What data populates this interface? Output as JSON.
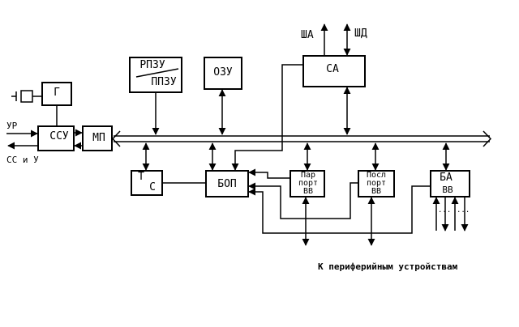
{
  "blocks": {
    "g": "Г",
    "ssu": "ССУ",
    "mp": "МП",
    "rpzu_top": "РПЗУ",
    "rpzu_bottom": "ППЗУ",
    "ozu": "ОЗУ",
    "sa": "СА",
    "t_top": "Т",
    "t_bottom": "С",
    "bop": "БОП",
    "par_port": [
      "Пар",
      "порт",
      "ВВ"
    ],
    "posl_port": [
      "Посл",
      "порт",
      "ВВ"
    ],
    "ba_top": "БА",
    "ba_bottom": "ВВ"
  },
  "signals": {
    "ur": "УР",
    "ss_i_u": "СС и У",
    "sha": "ША",
    "shd": "ШД",
    "dots": "..."
  },
  "caption": "К периферийным устройствам"
}
